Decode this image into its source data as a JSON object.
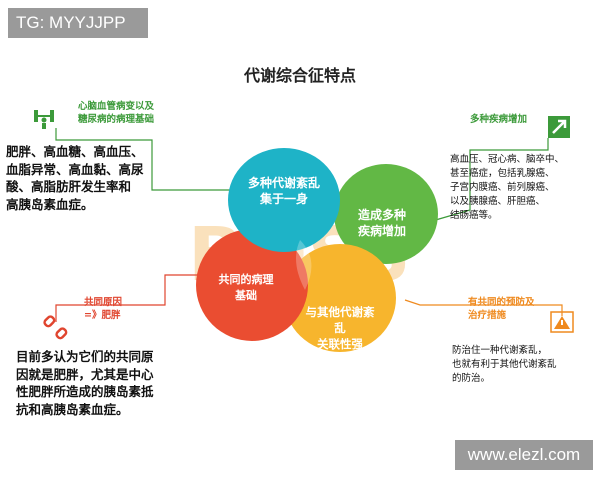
{
  "watermarks": {
    "top_left": "TG: MYYJJPP",
    "bottom_right": "www.elezl.com"
  },
  "title": "代谢综合征特点",
  "circles": {
    "teal": "多种代谢紊乱集于一身",
    "green": "造成多种疾病增加",
    "red": "共同的病理基础",
    "yellow": "与其他代谢紊乱关联性强"
  },
  "top_left": {
    "heading_line1": "心脑血管病变以及",
    "heading_line2": "糖尿病的病理基础",
    "body": [
      "肥胖、高血糖、高血压、",
      "血脂异常、高血黏、高尿",
      "酸、高脂肪肝发生率和",
      "高胰岛素血症。"
    ]
  },
  "top_right": {
    "heading": "多种疾病增加",
    "body": [
      "高血压、冠心病、脑卒中、",
      "甚至癌症，包括乳腺癌、",
      "子宫内膜癌、前列腺癌、",
      "以及胰腺癌、肝胆癌、",
      "结肠癌等。"
    ]
  },
  "bottom_left": {
    "heading_line1": "共同原因",
    "heading_line2": "=》肥胖",
    "body": [
      "目前多认为它们的共同原",
      "因就是肥胖，尤其是中心",
      "性肥胖所造成的胰岛素抵",
      "抗和高胰岛素血症。"
    ]
  },
  "bottom_right": {
    "heading_line1": "有共同的预防及",
    "heading_line2": "治疗措施",
    "body": [
      "防治住一种代谢紊乱，",
      "也就有利于其他代谢紊乱",
      "的防治。"
    ]
  },
  "background_text": "BOSS",
  "colors": {
    "teal": "#1eb3c7",
    "green": "#62b845",
    "red": "#ea4d31",
    "yellow": "#f7b52d",
    "brand_green": "#3c9a3a",
    "brand_orange": "#ef8a1f"
  },
  "icons": [
    "weightlifter-icon",
    "arrow-up-right-icon",
    "broken-chain-icon",
    "warning-icon"
  ]
}
